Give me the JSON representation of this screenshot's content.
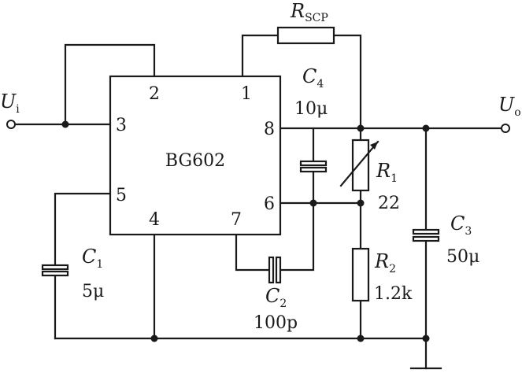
{
  "chip": {
    "name": "BG602",
    "pins": {
      "p1": "1",
      "p2": "2",
      "p3": "3",
      "p4": "4",
      "p5": "5",
      "p6": "6",
      "p7": "7",
      "p8": "8"
    }
  },
  "input": {
    "symbol": "U",
    "sub": "i"
  },
  "output": {
    "symbol": "U",
    "sub": "o"
  },
  "rscp": {
    "symbol": "R",
    "sub": "SCP"
  },
  "c4": {
    "symbol": "C",
    "sub": "4",
    "value": "10μ"
  },
  "r1": {
    "symbol": "R",
    "sub": "1",
    "value": "22"
  },
  "r2": {
    "symbol": "R",
    "sub": "2",
    "value": "1.2k"
  },
  "c3": {
    "symbol": "C",
    "sub": "3",
    "value": "50μ"
  },
  "c1": {
    "symbol": "C",
    "sub": "1",
    "value": "5μ"
  },
  "c2": {
    "symbol": "C",
    "sub": "2",
    "value": "100p"
  }
}
